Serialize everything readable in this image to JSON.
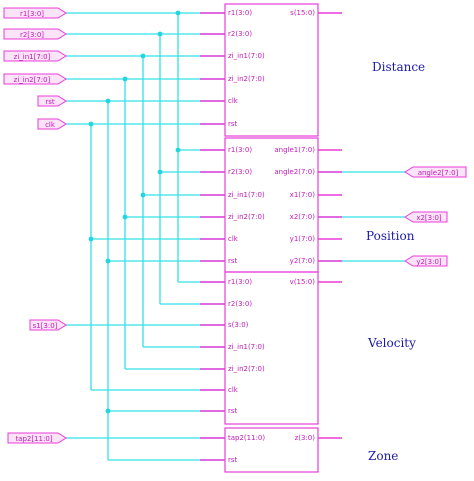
{
  "colors": {
    "wire": "#33e0e8",
    "block": "#e83dd9",
    "text": "#c21ab8",
    "label": "#1a1aa8",
    "junction": "#1fd7e0"
  },
  "inputs": [
    "r1[3:0]",
    "r2[3:0]",
    "zi_in1[7:0]",
    "zi_in2[7:0]",
    "rst",
    "clk",
    "s1[3:0]",
    "tap2[11:0]"
  ],
  "outputs": [
    "angle2[7:0]",
    "x2[3:0]",
    "y2[3:0]"
  ],
  "blocks": [
    {
      "label": "Distance",
      "inputs": [
        "r1(3:0)",
        "r2(3:0)",
        "zi_in1(7:0)",
        "zi_in2(7:0)",
        "clk",
        "rst"
      ],
      "outputs": [
        "s(15:0)"
      ]
    },
    {
      "label": "Position",
      "inputs": [
        "r1(3:0)",
        "r2(3:0)",
        "zi_in1(7:0)",
        "zi_in2(7:0)",
        "clk",
        "rst"
      ],
      "outputs": [
        "angle1(7:0)",
        "angle2(7:0)",
        "x1(7:0)",
        "x2(7:0)",
        "y1(7:0)",
        "y2(7:0)"
      ]
    },
    {
      "label": "Velocity",
      "inputs": [
        "r1(3:0)",
        "r2(3:0)",
        "s(3:0)",
        "zi_in1(7:0)",
        "zi_in2(7:0)",
        "clk",
        "rst"
      ],
      "outputs": [
        "v(15:0)"
      ]
    },
    {
      "label": "Zone",
      "inputs": [
        "tap2(11:0)",
        "rst"
      ],
      "outputs": [
        "z(3:0)"
      ]
    }
  ]
}
